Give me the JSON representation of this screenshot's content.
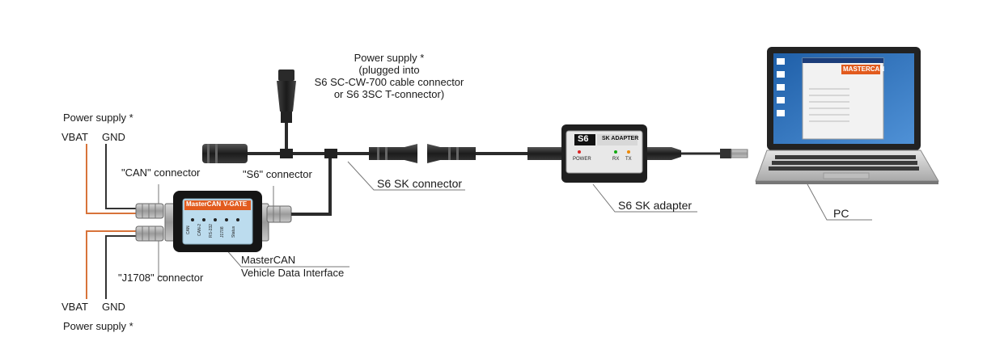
{
  "labels": {
    "power_supply_top_left": "Power supply *",
    "vbat_top": "VBAT",
    "gnd_top": "GND",
    "can_connector": "\"CAN\" connector",
    "s6_connector": "\"S6\" connector",
    "j1708_connector": "\"J1708\" connector",
    "vbat_bottom": "VBAT",
    "gnd_bottom": "GND",
    "power_supply_bottom": "Power supply *",
    "power_supply_center_l1": "Power supply *",
    "power_supply_center_l2": "(plugged into",
    "power_supply_center_l3": "S6 SC-CW-700 cable connector",
    "power_supply_center_l4": "or S6 3SC T-connector)",
    "s6_sk_connector": "S6 SK connector",
    "s6_sk_adapter": "S6 SK adapter",
    "pc": "PC",
    "mastercan_l1": "MasterCAN",
    "mastercan_l2": "Vehicle Data Interface"
  },
  "device": {
    "brand": "MasterCAN",
    "model": "V-GATE",
    "leds": [
      "CAN",
      "CAN-2",
      "RS-232",
      "J1708",
      "Status"
    ]
  },
  "adapter": {
    "logo": "S6",
    "name": "SK ADAPTER",
    "power": "POWER",
    "rx": "RX",
    "tx": "TX"
  },
  "laptop": {
    "app_title": "MASTERCAN"
  },
  "colors": {
    "wire_red": "#d8733a",
    "wire_dark": "#333333",
    "led_red": "#d22",
    "led_green": "#1a1",
    "led_orange": "#e80",
    "brand_orange": "#e25b1e"
  }
}
